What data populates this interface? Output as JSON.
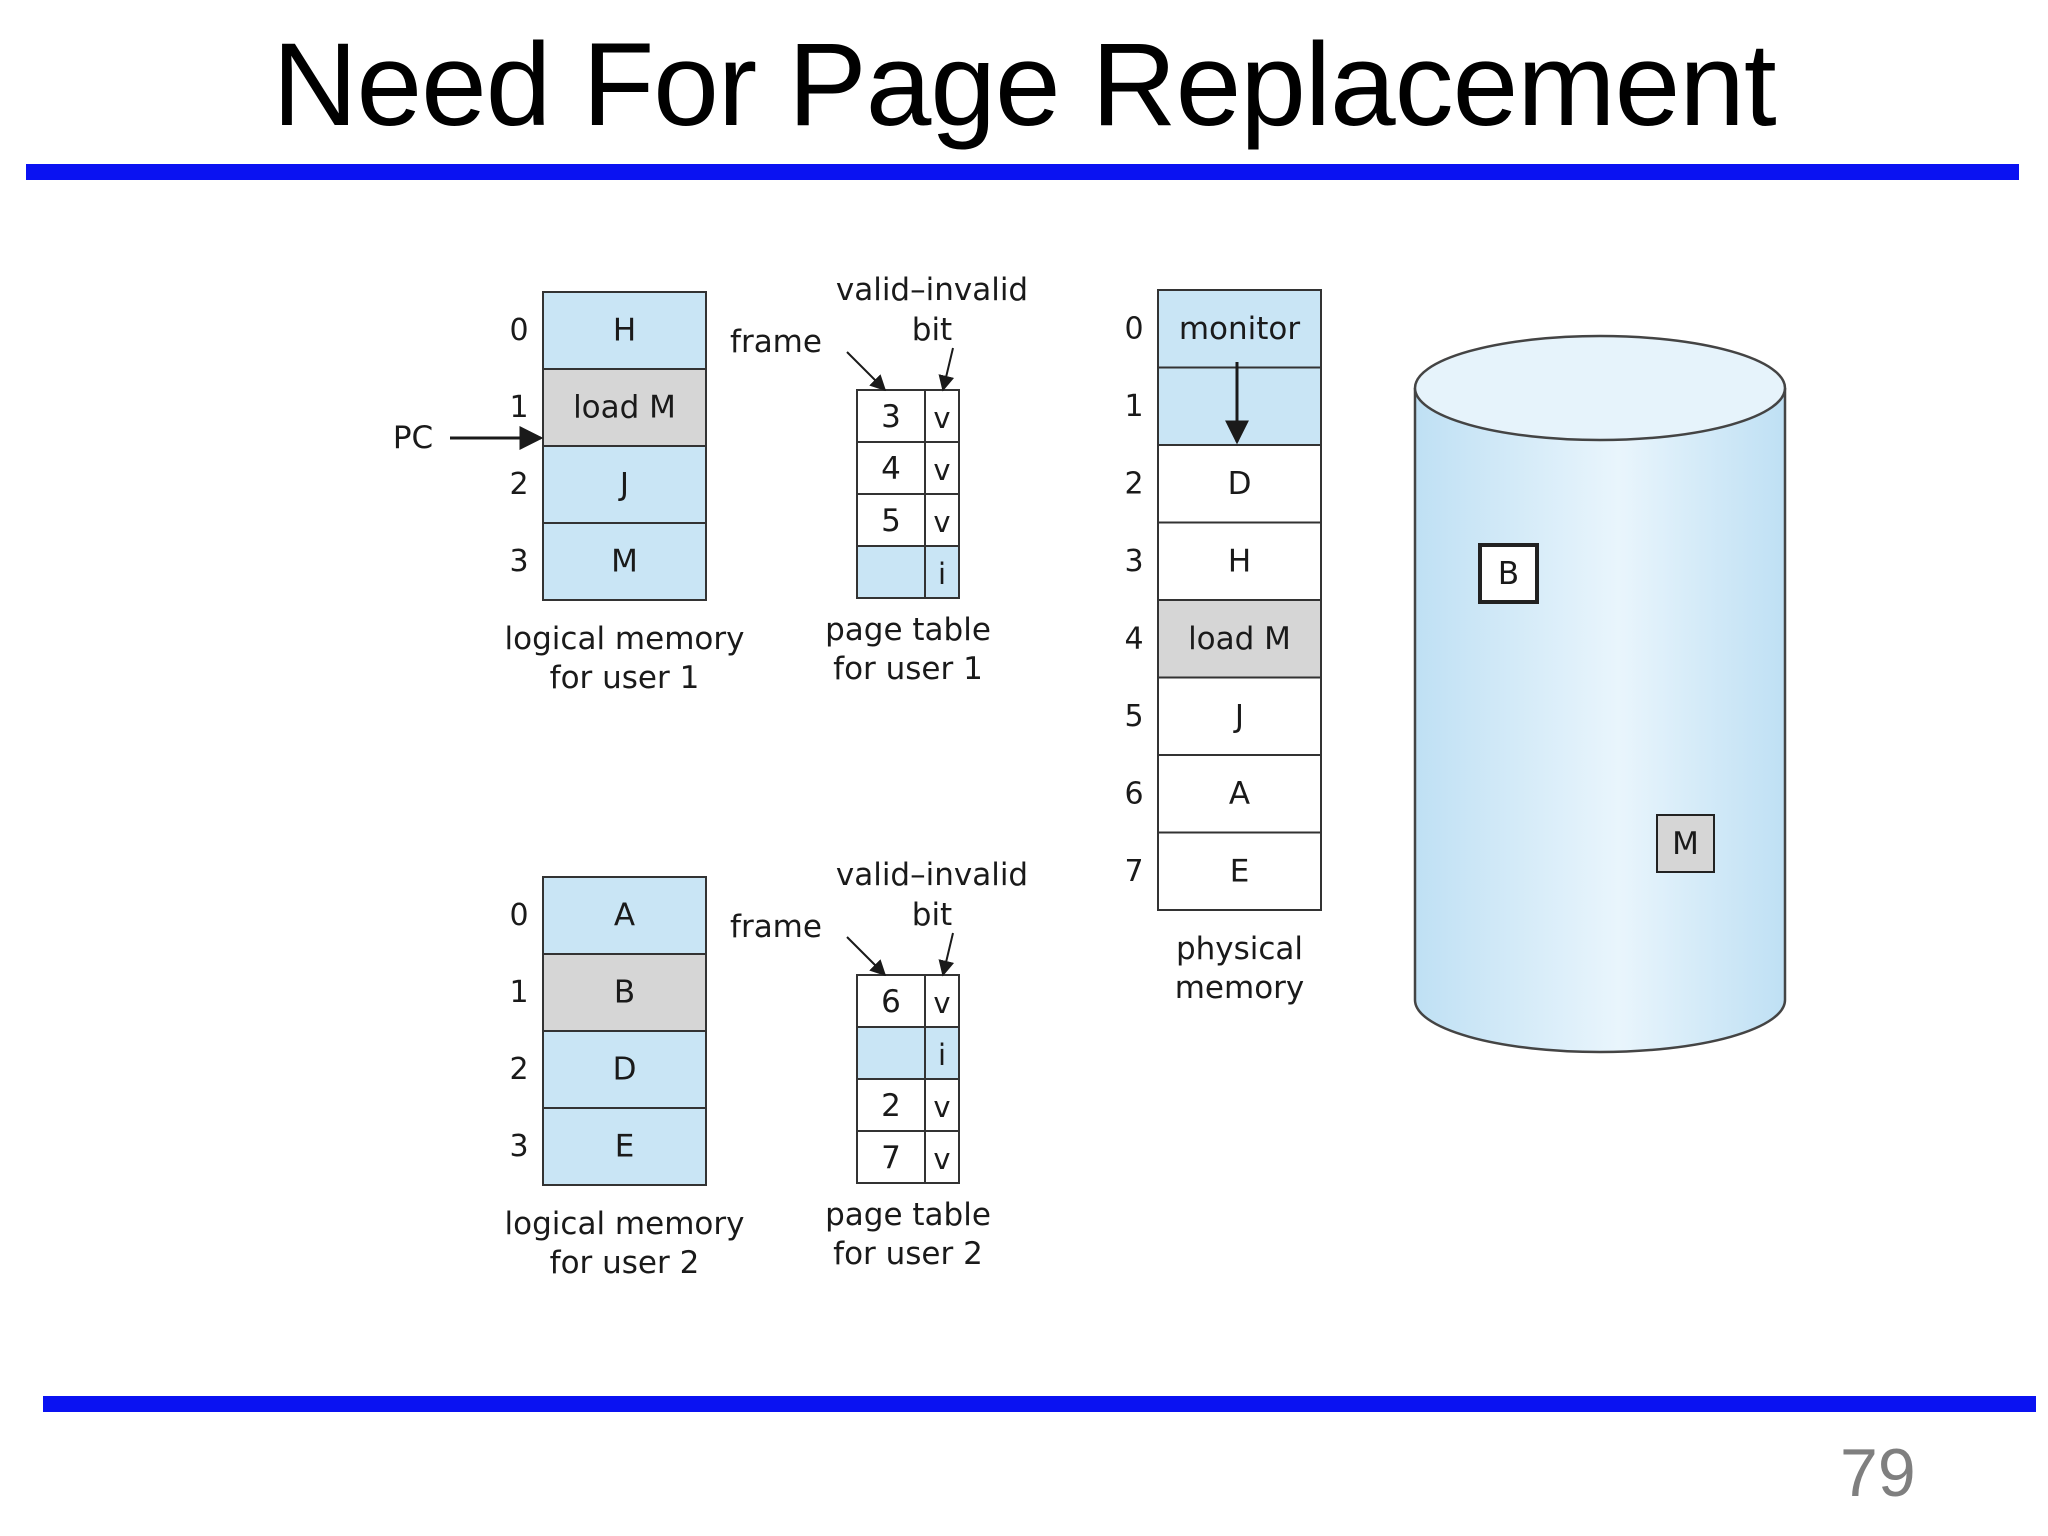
{
  "slide": {
    "title": "Need For Page Replacement",
    "page_number": "79"
  },
  "colors": {
    "rule": "#0a12f2",
    "cell_blue": "#c9e5f5",
    "cell_gray": "#d6d6d6",
    "cell_white": "#ffffff",
    "disk_fill": "#c5e3f5"
  },
  "user1": {
    "logical_memory": {
      "caption": [
        "logical memory",
        "for user 1"
      ],
      "indices": [
        "0",
        "1",
        "2",
        "3"
      ],
      "cells": [
        {
          "label": "H",
          "shade": "blue"
        },
        {
          "label": "load M",
          "shade": "gray"
        },
        {
          "label": "J",
          "shade": "blue"
        },
        {
          "label": "M",
          "shade": "blue"
        }
      ],
      "pc_label": "PC"
    },
    "page_table": {
      "caption": [
        "page table",
        "for user 1"
      ],
      "frame_label": "frame",
      "valid_label": [
        "valid–invalid",
        "bit"
      ],
      "rows": [
        {
          "frame": "3",
          "bit": "v",
          "shade": "white"
        },
        {
          "frame": "4",
          "bit": "v",
          "shade": "white"
        },
        {
          "frame": "5",
          "bit": "v",
          "shade": "white"
        },
        {
          "frame": "",
          "bit": "i",
          "shade": "blue"
        }
      ]
    }
  },
  "user2": {
    "logical_memory": {
      "caption": [
        "logical memory",
        "for user 2"
      ],
      "indices": [
        "0",
        "1",
        "2",
        "3"
      ],
      "cells": [
        {
          "label": "A",
          "shade": "blue"
        },
        {
          "label": "B",
          "shade": "gray"
        },
        {
          "label": "D",
          "shade": "blue"
        },
        {
          "label": "E",
          "shade": "blue"
        }
      ]
    },
    "page_table": {
      "caption": [
        "page table",
        "for user 2"
      ],
      "frame_label": "frame",
      "valid_label": [
        "valid–invalid",
        "bit"
      ],
      "rows": [
        {
          "frame": "6",
          "bit": "v",
          "shade": "white"
        },
        {
          "frame": "",
          "bit": "i",
          "shade": "blue"
        },
        {
          "frame": "2",
          "bit": "v",
          "shade": "white"
        },
        {
          "frame": "7",
          "bit": "v",
          "shade": "white"
        }
      ]
    }
  },
  "physical_memory": {
    "caption": [
      "physical",
      "memory"
    ],
    "indices": [
      "0",
      "1",
      "2",
      "3",
      "4",
      "5",
      "6",
      "7"
    ],
    "cells": [
      {
        "label": "monitor",
        "shade": "blue"
      },
      {
        "label": "",
        "shade": "blue"
      },
      {
        "label": "D",
        "shade": "white"
      },
      {
        "label": "H",
        "shade": "white"
      },
      {
        "label": "load M",
        "shade": "gray"
      },
      {
        "label": "J",
        "shade": "white"
      },
      {
        "label": "A",
        "shade": "white"
      },
      {
        "label": "E",
        "shade": "white"
      }
    ]
  },
  "disk": {
    "blocks": [
      {
        "label": "B",
        "shade": "white"
      },
      {
        "label": "M",
        "shade": "gray"
      }
    ]
  }
}
